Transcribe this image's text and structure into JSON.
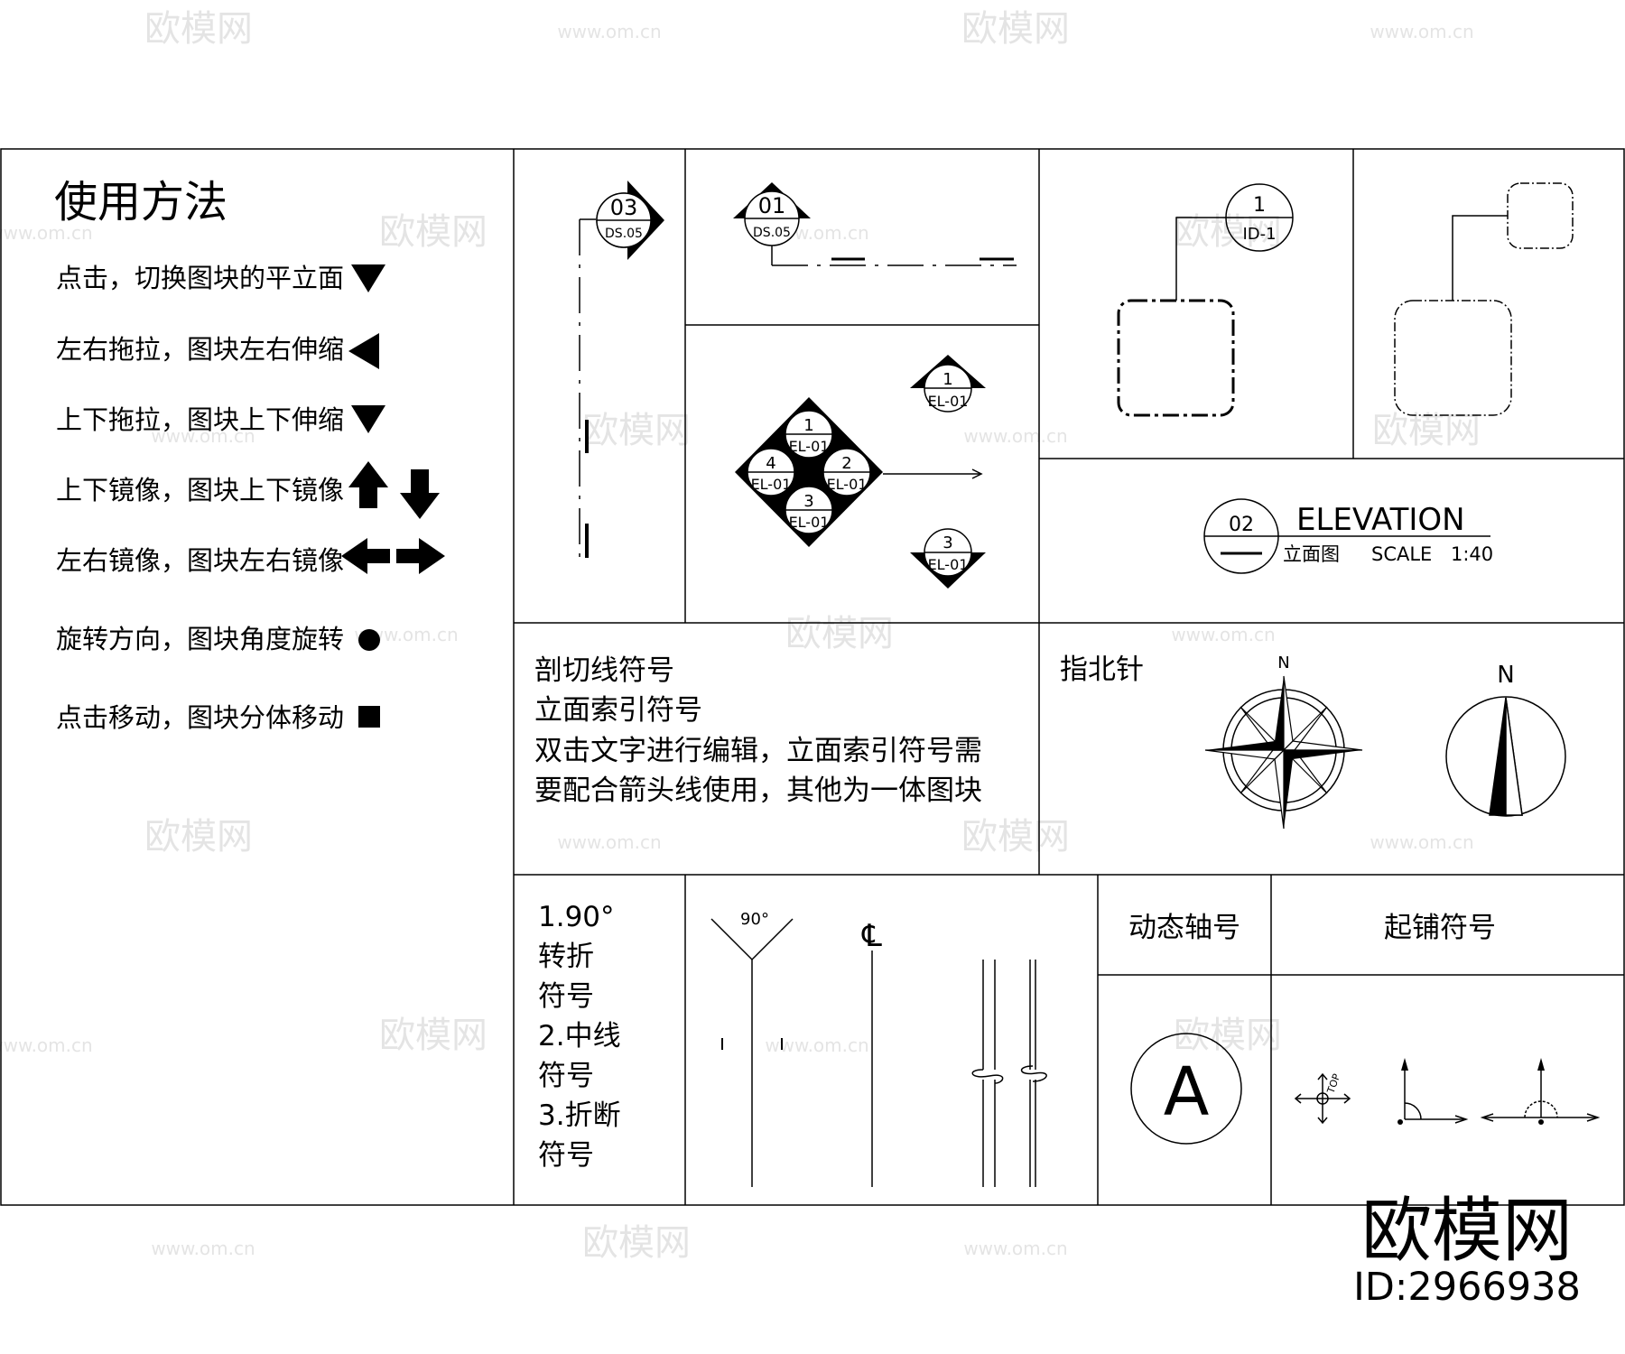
{
  "colors": {
    "background": "#ffffff",
    "line": "#000000",
    "watermark": "#cfcfcf"
  },
  "watermark": {
    "logo_text": "欧模网",
    "url_text": "www.om.cn"
  },
  "usage": {
    "title": "使用方法",
    "items": [
      {
        "label": "点击，切换图块的平立面",
        "icon": "triangle-down-icon"
      },
      {
        "label": "左右拖拉，图块左右伸缩",
        "icon": "triangle-left-icon"
      },
      {
        "label": "上下拖拉，图块上下伸缩",
        "icon": "triangle-down-icon"
      },
      {
        "label": "上下镜像，图块上下镜像",
        "icon": "arrows-up-down-icon"
      },
      {
        "label": "左右镜像，图块左右镜像",
        "icon": "arrows-left-right-icon"
      },
      {
        "label": "旋转方向，图块角度旋转",
        "icon": "circle-icon"
      },
      {
        "label": "点击移动，图块分体移动",
        "icon": "square-icon"
      }
    ]
  },
  "section_symbol": {
    "number": "03",
    "sheet": "DS.05"
  },
  "section_symbol_2": {
    "number": "01",
    "sheet": "DS.05"
  },
  "elevation_index": {
    "center": [
      {
        "number": "1",
        "sheet": "EL-01"
      },
      {
        "number": "2",
        "sheet": "EL-01"
      },
      {
        "number": "3",
        "sheet": "EL-01"
      },
      {
        "number": "4",
        "sheet": "EL-01"
      }
    ],
    "single_up": {
      "number": "1",
      "sheet": "EL-01"
    },
    "single_down": {
      "number": "3",
      "sheet": "EL-01"
    }
  },
  "id_tag": {
    "number": "1",
    "code": "ID-1"
  },
  "elevation_title": {
    "number": "02",
    "title": "ELEVATION",
    "subtitle": "立面图",
    "scale_label": "SCALE",
    "scale_value": "1:40"
  },
  "description": {
    "lines": [
      "剖切线符号",
      "立面索引符号",
      "双击文字进行编辑，立面索引符号需",
      "要配合箭头线使用，其他为一体图块"
    ]
  },
  "north": {
    "title": "指北针",
    "n1": "N",
    "n2": "N"
  },
  "misc": {
    "lines": [
      "1.90°",
      "转折",
      "符号",
      "2.中线",
      "符号",
      "3.折断",
      "符号"
    ],
    "angle_label": "90°",
    "centerline_label": "℄"
  },
  "axis": {
    "title": "动态轴号",
    "letter": "A"
  },
  "paving": {
    "title": "起铺符号",
    "top_label": "TOP"
  },
  "brand": {
    "logo": "欧模网",
    "id_text": "ID:2966938"
  }
}
